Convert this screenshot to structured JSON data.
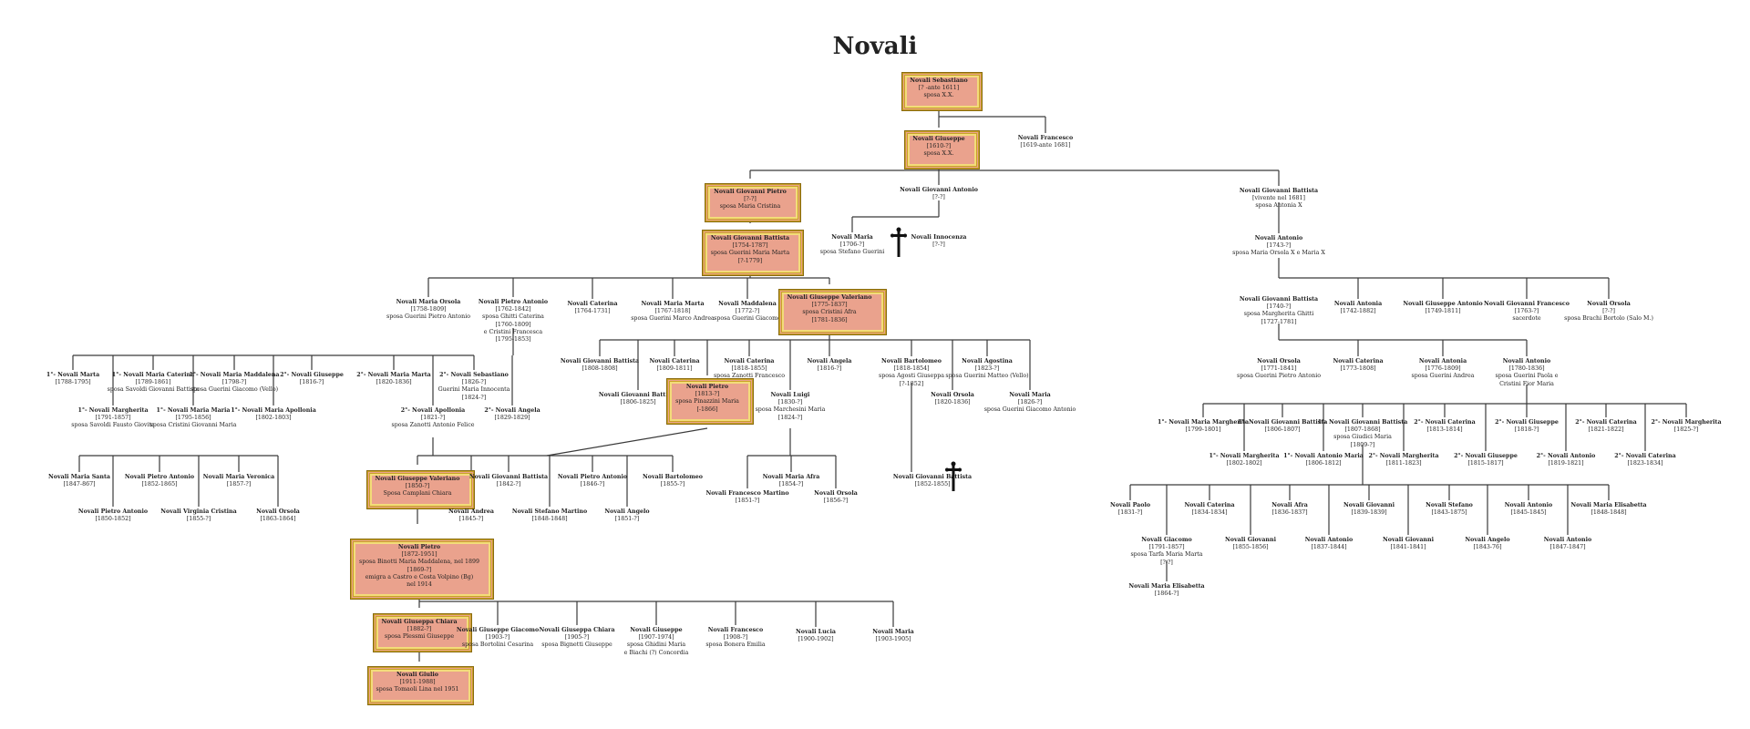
{
  "family": "Novali",
  "persons": [
    {
      "id": "sebastiano",
      "name": "Novali Sebastiano",
      "details": [
        "[? -ante 1611]",
        "sposa X.X."
      ]
    },
    {
      "id": "giuseppe1",
      "name": "Novali Giuseppe",
      "details": [
        "[1610-?]",
        "sposa X.X."
      ]
    },
    {
      "id": "francesco1",
      "name": "Novali Francesco",
      "details": [
        "[1619-ante 1681]"
      ]
    },
    {
      "id": "giovpietro",
      "name": "Novali Giovanni Pietro",
      "details": [
        "[?-?]",
        "sposa Maria Cristina"
      ]
    },
    {
      "id": "giovantonio",
      "name": "Novali Giovanni Antonio",
      "details": [
        "[?-?]"
      ]
    },
    {
      "id": "gbattista_r",
      "name": "Novali Giovanni Battista",
      "details": [
        "[vivente nel 1681]",
        "sposa Antonia X"
      ]
    },
    {
      "id": "maria1",
      "name": "Novali Maria",
      "details": [
        "[1706-?]",
        "sposa Stefano Guerini"
      ]
    },
    {
      "id": "innocenza",
      "name": "Novali Innocenza",
      "details": [
        "[?-?]"
      ]
    },
    {
      "id": "gbattista2",
      "name": "Novali Giovanni Battista",
      "details": [
        "[1754-1787]",
        "sposa Guerini Maria Marta",
        "[?-1779]"
      ]
    },
    {
      "id": "antonio_r",
      "name": "Novali Antonio",
      "details": [
        "[1743-?]",
        "sposa Maria Orsola X e Maria X"
      ]
    },
    {
      "id": "orsola1",
      "name": "Novali Maria Orsola",
      "details": [
        "[1758-1809]",
        "sposa Guerini Pietro Antonio"
      ]
    },
    {
      "id": "pietroant",
      "name": "Novali Pietro Antonio",
      "details": [
        "[1762-1842]",
        "sposa Ghitti Caterina",
        "[1760-1809]",
        "e Cristini Francesca",
        "[1795-1853]"
      ]
    },
    {
      "id": "caterina1",
      "name": "Novali Caterina",
      "details": [
        "[1764-1731]"
      ]
    },
    {
      "id": "mariamarta1",
      "name": "Novali Maria Marta",
      "details": [
        "[1767-1818]",
        "sposa Guerini Marco Andrea"
      ]
    },
    {
      "id": "maddalena1",
      "name": "Novali Maddalena",
      "details": [
        "[1772-?]",
        "sposa Guerini Giacomo"
      ]
    },
    {
      "id": "giusvaler",
      "name": "Novali Giuseppe Valeriano",
      "details": [
        "[1775-1837]",
        "sposa Cristini Afra",
        "[1781-1836]"
      ]
    },
    {
      "id": "gbattista_r2",
      "name": "Novali Giovanni Battista",
      "details": [
        "[1740-?]",
        "sposa Margherita Ghitti",
        "[1727-1781]"
      ]
    },
    {
      "id": "antonia1",
      "name": "Novali Antonia",
      "details": [
        "[1742-1882]"
      ]
    },
    {
      "id": "giusantonio",
      "name": "Novali Giuseppe Antonio",
      "details": [
        "[1749-1811]"
      ]
    },
    {
      "id": "giovfrancesco",
      "name": "Novali Giovanni Francesco",
      "details": [
        "[1763-?]",
        "sacerdote"
      ]
    },
    {
      "id": "orsola_r",
      "name": "Novali Orsola",
      "details": [
        "[?-?]",
        "sposa Brachi Bortolo (Salo M.)"
      ]
    },
    {
      "id": "marta_a",
      "name": "1°- Novali Marta",
      "details": [
        "[1788-1795]"
      ]
    },
    {
      "id": "mcaterina_a",
      "name": "1°- Novali Maria Caterina",
      "details": [
        "[1789-1861]",
        "sposa Savoldi Giovanni Battista"
      ]
    },
    {
      "id": "mmaddalena_a",
      "name": "1°- Novali Maria Maddalena",
      "details": [
        "[1798-?]",
        "sposa Guerini Giacomo (Vello)"
      ]
    },
    {
      "id": "giuseppe_a",
      "name": "2°- Novali Giuseppe",
      "details": [
        "[1816-?]"
      ]
    },
    {
      "id": "mmarta_a",
      "name": "2°- Novali Maria Marta",
      "details": [
        "[1820-1836]"
      ]
    },
    {
      "id": "sebastiano_a",
      "name": "2°- Novali Sebastiano",
      "details": [
        "[1826-?]",
        "Guerini Maria Innocenta",
        "[1824-?]"
      ]
    },
    {
      "id": "margherita_a",
      "name": "1°- Novali Margherita",
      "details": [
        "[1791-1857]",
        "sposa Savoldi Fausto Giovita"
      ]
    },
    {
      "id": "mmaria_a",
      "name": "1°- Novali Maria Maria",
      "details": [
        "[1795-1856]",
        "sposa Cristini Giovanni Maria"
      ]
    },
    {
      "id": "mapollonia_a",
      "name": "1°- Novali Maria Apollonia",
      "details": [
        "[1802-1803]"
      ]
    },
    {
      "id": "apollonia_a",
      "name": "2°- Novali Apollonia",
      "details": [
        "[1821-?]",
        "sposa Zanotti Antonio Felice"
      ]
    },
    {
      "id": "angela_a",
      "name": "2°- Novali Angela",
      "details": [
        "[1829-1829]"
      ]
    },
    {
      "id": "msanta",
      "name": "Novali Maria Santa",
      "details": [
        "[1847-867]"
      ]
    },
    {
      "id": "pietroant2",
      "name": "Novali Pietro Antonio",
      "details": [
        "[1850-1852]"
      ]
    },
    {
      "id": "pietroant3",
      "name": "Novali Pietro Antonio",
      "details": [
        "[1852-1865]"
      ]
    },
    {
      "id": "virginia",
      "name": "Novali Virginia Cristina",
      "details": [
        "[1855-?]"
      ]
    },
    {
      "id": "mveronica",
      "name": "Novali Maria Veronica",
      "details": [
        "[1857-?]"
      ]
    },
    {
      "id": "orsola2",
      "name": "Novali Orsola",
      "details": [
        "[1863-1864]"
      ]
    },
    {
      "id": "gbattista3",
      "name": "Novali Giovanni Battista",
      "details": [
        "[1808-1808]"
      ]
    },
    {
      "id": "gbattista4",
      "name": "Novali Giovanni Battista",
      "details": [
        "[1806-1825]"
      ]
    },
    {
      "id": "caterina2",
      "name": "Novali Caterina",
      "details": [
        "[1809-1811]"
      ]
    },
    {
      "id": "caterina3",
      "name": "Novali Caterina",
      "details": [
        "[1818-1855]",
        "sposa Zanotti Francesco"
      ]
    },
    {
      "id": "angela2",
      "name": "Novali Angela",
      "details": [
        "[1816-?]"
      ]
    },
    {
      "id": "bartolomeo1",
      "name": "Novali Bartolomeo",
      "details": [
        "[1818-1854]",
        "sposa Agosti Giuseppa",
        "[?-1852]"
      ]
    },
    {
      "id": "agostina",
      "name": "Novali Agostina",
      "details": [
        "[1823-?]",
        "sposa Guerini Matteo (Vello)"
      ]
    },
    {
      "id": "pietro1",
      "name": "Novali Pietro",
      "details": [
        "[1813-?]",
        "sposa Pinazzini Maria",
        "[-1866]"
      ]
    },
    {
      "id": "luigi",
      "name": "Novali Luigi",
      "details": [
        "[1830-?]",
        "sposa Marchesini Maria",
        "[1824-?]"
      ]
    },
    {
      "id": "orsola3",
      "name": "Novali Orsola",
      "details": [
        "[1820-1836]"
      ]
    },
    {
      "id": "maria2",
      "name": "Novali Maria",
      "details": [
        "[1826-?]",
        "sposa Guerini Giacomo Antonio"
      ]
    },
    {
      "id": "giusvaler2",
      "name": "Novali Giuseppe Valeriano",
      "details": [
        "[1850-?]",
        "Sposa Camplani Chiara"
      ]
    },
    {
      "id": "gbattista5",
      "name": "Novali Giovanni Battista",
      "details": [
        "[1842-?]"
      ]
    },
    {
      "id": "pietroant4",
      "name": "Novali Pietro Antonio",
      "details": [
        "[1846-?]"
      ]
    },
    {
      "id": "bartolomeo2",
      "name": "Novali Bartolomeo",
      "details": [
        "[1855-?]"
      ]
    },
    {
      "id": "andrea",
      "name": "Novali Andrea",
      "details": [
        "[1845-?]"
      ]
    },
    {
      "id": "stefmartino",
      "name": "Novali Stefano Martino",
      "details": [
        "[1848-1848]"
      ]
    },
    {
      "id": "angelo1",
      "name": "Novali Angelo",
      "details": [
        "[1851-?]"
      ]
    },
    {
      "id": "mariaafra",
      "name": "Novali Maria Afra",
      "details": [
        "[1854-?]"
      ]
    },
    {
      "id": "franmartino",
      "name": "Novali Francesco Martino",
      "details": [
        "[1851-?]"
      ]
    },
    {
      "id": "orsola4",
      "name": "Novali Orsola",
      "details": [
        "[1856-?]"
      ]
    },
    {
      "id": "gbattista6",
      "name": "Novali Giovanni Battista",
      "details": [
        "[1852-1855]"
      ]
    },
    {
      "id": "pietro2",
      "name": "Novali Pietro",
      "details": [
        "[1872-1951]",
        "sposa Binotti Maria Maddalena, nel 1899",
        "[1869-?]",
        "emigra a Castro e Costa Volpino (Bg)",
        "nel 1914"
      ]
    },
    {
      "id": "giuschiara",
      "name": "Novali Giuseppa Chiara",
      "details": [
        "[1882-?]",
        "sposa Plessmi Giuseppe"
      ]
    },
    {
      "id": "giusgiacomo",
      "name": "Novali Giuseppe Giacomo",
      "details": [
        "[1903-?]",
        "sposa Bortolini Cesarina"
      ]
    },
    {
      "id": "giuschiara2",
      "name": "Novali Giuseppa Chiara",
      "details": [
        "[1905-?]",
        "sposa Bignetti Giuseppe"
      ]
    },
    {
      "id": "giuseppe2",
      "name": "Novali Giuseppe",
      "details": [
        "[1907-1974]",
        "sposa Ghidini Maria",
        "e Biachi (?) Concordia"
      ]
    },
    {
      "id": "francesco2",
      "name": "Novali Francesco",
      "details": [
        "[1908-?]",
        "sposa Bonera Emilia"
      ]
    },
    {
      "id": "lucia",
      "name": "Novali Lucia",
      "details": [
        "[1900-1902]"
      ]
    },
    {
      "id": "maria3",
      "name": "Novali Maria",
      "details": [
        "[1903-1905]"
      ]
    },
    {
      "id": "giulio",
      "name": "Novali Giulio",
      "details": [
        "[1911-1988]",
        "sposa Tomaoli Lina nel 1951"
      ]
    },
    {
      "id": "orsola_r2",
      "name": "Novali Orsola",
      "details": [
        "[1771-1841]",
        "sposa Guerini Pietro Antonio"
      ]
    },
    {
      "id": "caterina_r",
      "name": "Novali Caterina",
      "details": [
        "[1773-1808]"
      ]
    },
    {
      "id": "antonia_r",
      "name": "Novali Antonia",
      "details": [
        "[1776-1809]",
        "sposa Guerini Andrea"
      ]
    },
    {
      "id": "antonio_r2",
      "name": "Novali Antonio",
      "details": [
        "[1780-1836]",
        "sposa Guerini Paola e",
        "Cristini Fior Maria"
      ]
    },
    {
      "id": "mmargherita_b",
      "name": "1°- Novali Maria Margherita",
      "details": [
        "[1799-1801]"
      ]
    },
    {
      "id": "gbattista_b",
      "name": "1°- Novali Giovanni Battista",
      "details": [
        "[1806-1807]"
      ]
    },
    {
      "id": "gbattista_b2",
      "name": "1°- Novali Giovanni Battista",
      "details": [
        "[1807-1868]",
        "sposa Giudici Maria",
        "[1809-?]"
      ]
    },
    {
      "id": "caterina_b",
      "name": "2°- Novali Caterina",
      "details": [
        "[1813-1814]"
      ]
    },
    {
      "id": "giuseppe_b",
      "name": "2°- Novali Giuseppe",
      "details": [
        "[1818-?]"
      ]
    },
    {
      "id": "caterina_b2",
      "name": "2°- Novali Caterina",
      "details": [
        "[1821-1822]"
      ]
    },
    {
      "id": "margherita_b",
      "name": "2°- Novali Margherita",
      "details": [
        "[1825-?]"
      ]
    },
    {
      "id": "margherita_b2",
      "name": "1°- Novali Margherita",
      "details": [
        "[1802-1802]"
      ]
    },
    {
      "id": "antmaria_b",
      "name": "1°- Novali Antonio Maria",
      "details": [
        "[1806-1812]"
      ]
    },
    {
      "id": "margherita_b3",
      "name": "2°- Novali Margherita",
      "details": [
        "[1811-1823]"
      ]
    },
    {
      "id": "giuseppe_b2",
      "name": "2°- Novali Giuseppe",
      "details": [
        "[1815-1817]"
      ]
    },
    {
      "id": "antonio_b",
      "name": "2°- Novali Antonio",
      "details": [
        "[1819-1821]"
      ]
    },
    {
      "id": "caterina_b3",
      "name": "2°- Novali Caterina",
      "details": [
        "[1823-1834]"
      ]
    },
    {
      "id": "paolo",
      "name": "Novali Paolo",
      "details": [
        "[1831-?]"
      ]
    },
    {
      "id": "caterina_c",
      "name": "Novali Caterina",
      "details": [
        "[1834-1834]"
      ]
    },
    {
      "id": "afra",
      "name": "Novali Afra",
      "details": [
        "[1836-1837]"
      ]
    },
    {
      "id": "giovanni_c",
      "name": "Novali Giovanni",
      "details": [
        "[1839-1839]"
      ]
    },
    {
      "id": "stefano_c",
      "name": "Novali Stefano",
      "details": [
        "[1843-1875]"
      ]
    },
    {
      "id": "antonio_c",
      "name": "Novali Antonio",
      "details": [
        "[1845-1845]"
      ]
    },
    {
      "id": "melisabetta",
      "name": "Novali Maria Elisabetta",
      "details": [
        "[1848-1848]"
      ]
    },
    {
      "id": "giacomo_c",
      "name": "Novali Giacomo",
      "details": [
        "[1791-1857]",
        "sposa Tarfa Maria Marta",
        "[?-?]"
      ]
    },
    {
      "id": "giovanni_c2",
      "name": "Novali Giovanni",
      "details": [
        "[1855-1856]"
      ]
    },
    {
      "id": "antonio_c2",
      "name": "Novali Antonio",
      "details": [
        "[1837-1844]"
      ]
    },
    {
      "id": "giovanni_c3",
      "name": "Novali Giovanni",
      "details": [
        "[1841-1841]"
      ]
    },
    {
      "id": "angelo_c",
      "name": "Novali Angelo",
      "details": [
        "[1843-76]"
      ]
    },
    {
      "id": "antonio_c3",
      "name": "Novali Antonio",
      "details": [
        "[1847-1847]"
      ]
    },
    {
      "id": "melisabetta2",
      "name": "Novali Maria Elisabetta",
      "details": [
        "[1864-?]"
      ]
    }
  ]
}
